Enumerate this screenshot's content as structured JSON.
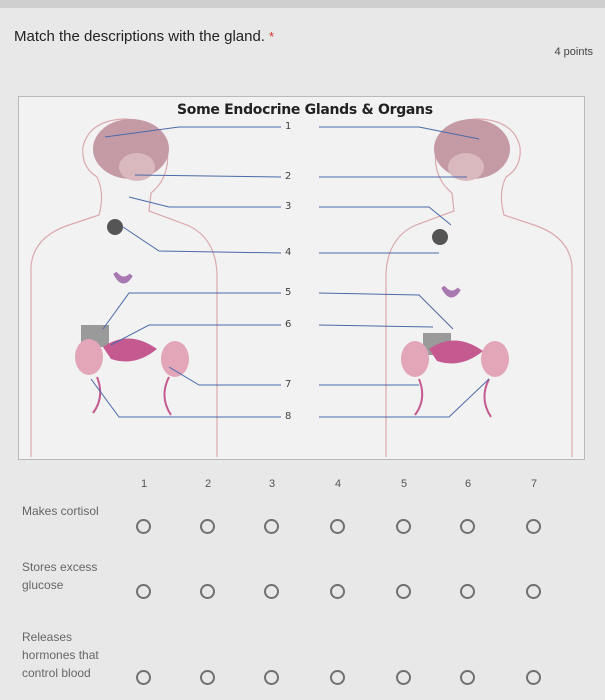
{
  "question": {
    "title": "Match the descriptions with the gland.",
    "required_mark": "*",
    "points": "4 points"
  },
  "figure": {
    "title": "Some Endocrine Glands & Organs",
    "numbers": [
      "1",
      "2",
      "3",
      "4",
      "5",
      "6",
      "7",
      "8"
    ]
  },
  "grid": {
    "columns": [
      "1",
      "2",
      "3",
      "4",
      "5",
      "6",
      "7"
    ],
    "rows": [
      {
        "label": "Makes cortisol"
      },
      {
        "label": "Stores excess glucose"
      },
      {
        "label": "Releases hormones that control blood"
      }
    ]
  },
  "colors": {
    "brain": "#c49aa4",
    "thyroid": "#a878b0",
    "organ_pink": "#e2a6b8",
    "organ_gray": "#9a9a9a",
    "line_blue": "#4a6aa8"
  }
}
